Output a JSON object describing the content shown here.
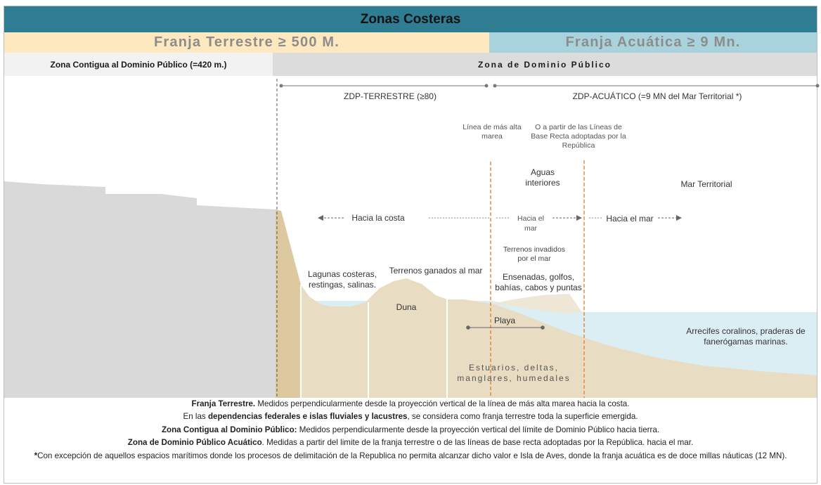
{
  "title": "Zonas Costeras",
  "bands": {
    "land": "Franja Terrestre ≥ 500 M.",
    "sea": "Franja Acuática ≥ 9 Mn."
  },
  "zones": {
    "contigua": "Zona Contigua al Dominio Público (=420 m.)",
    "dominio": "Zona de Dominio Público"
  },
  "diagram": {
    "zdp_terrestre": "ZDP-TERRESTRE (≥80)",
    "zdp_acuatico": "ZDP-ACUÁTICO (=9 MN del Mar Territorial *)",
    "linea_marea": "Línea de más alta marea",
    "lineas_base": "O a partir de las Líneas de Base Recta adoptadas por la República",
    "aguas_interiores": "Aguas interiores",
    "mar_territorial": "Mar Territorial",
    "hacia_costa": "Hacia la costa",
    "hacia_mar_1": "Hacia el mar",
    "hacia_mar_2": "Hacia el mar",
    "terrenos_invadidos": "Terrenos invadidos por el mar",
    "lagunas": "Lagunas costeras, restingas, salinas.",
    "terrenos_ganados": "Terrenos ganados al mar",
    "ensenadas": "Ensenadas, golfos, bahías, cabos y puntas",
    "duna": "Duna",
    "playa": "Playa",
    "arrecifes": "Arrecifes coralinos, praderas de fanerógamas marinas.",
    "estuarios": "Estuarios, deltas, manglares, humedales"
  },
  "notes": [
    {
      "bold": "Franja Terrestre.",
      "text": " Medidos perpendicularmente desde la proyección vertical de la línea de más alta marea hacia la costa."
    },
    {
      "pre": "En las ",
      "bold": "dependencias federales e islas fluviales y lacustres",
      "text": ", se considera como franja terrestre toda la superficie emergida."
    },
    {
      "bold": "Zona Contigua al Dominio Público:",
      "text": " Medidos perpendicularmente desde la proyección vertical del límite de Dominio Público hacia tierra."
    },
    {
      "bold": "Zona de Dominio Público Acuático",
      "text": ". Medidas a partir del limite de la franja terrestre o de las líneas de base recta adoptadas por la República. hacia el mar."
    },
    {
      "bold": "*",
      "text": "Con excepción de aquellos espacios marítimos donde los procesos de delimitación de la Republica no permita alcanzar dicho valor e Isla de Aves, donde la franja acuática es de doce millas náuticas (12 MN)."
    }
  ],
  "colors": {
    "title_bg": "#2e7d92",
    "land_band": "#fde8bf",
    "sea_band": "#a9d3dc",
    "sand": "#e8dcc3",
    "water": "#dbeef3",
    "cliff": "#d9d9d9",
    "orange_line": "#e07a2e"
  }
}
